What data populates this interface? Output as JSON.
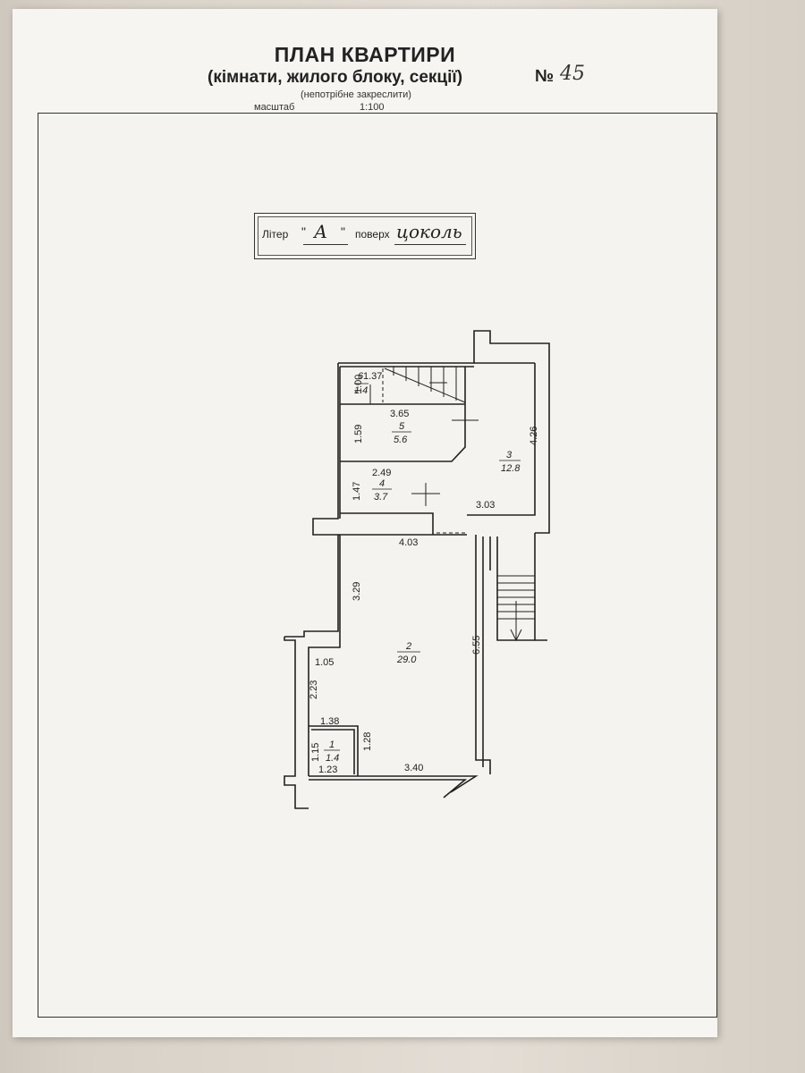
{
  "header": {
    "title": "ПЛАН КВАРТИРИ",
    "subtitle": "(кімнати, жилого блоку, секції)",
    "number_label": "№",
    "number_value": "45",
    "note": "(непотрібне закреслити)",
    "scale_label": "масштаб",
    "scale_value": "1:100"
  },
  "litera_box": {
    "litera_label": "Літер",
    "quote_open": "\"",
    "litera_value": "А",
    "quote_close": "\"",
    "floor_label": "поверх",
    "floor_value": "цоколь"
  },
  "rooms": [
    {
      "number": "1",
      "area": "1.4"
    },
    {
      "number": "2",
      "area": "29.0"
    },
    {
      "number": "3",
      "area": "12.8"
    },
    {
      "number": "4",
      "area": "3.7"
    },
    {
      "number": "5",
      "area": "5.6"
    },
    {
      "number": "6",
      "area": "1.4"
    }
  ],
  "dimensions": {
    "d_1_00": "1.00",
    "d_1_37": "1.37",
    "d_3_65": "3.65",
    "d_1_59": "1.59",
    "d_4_26": "4.26",
    "d_2_49": "2.49",
    "d_1_47": "1.47",
    "d_3_03": "3.03",
    "d_4_03": "4.03",
    "d_3_29": "3.29",
    "d_1_05": "1.05",
    "d_6_55": "6.55",
    "d_2_23": "2.23",
    "d_1_38": "1.38",
    "d_1_15": "1.15",
    "d_1_28": "1.28",
    "d_1_23": "1.23",
    "d_3_40": "3.40"
  }
}
